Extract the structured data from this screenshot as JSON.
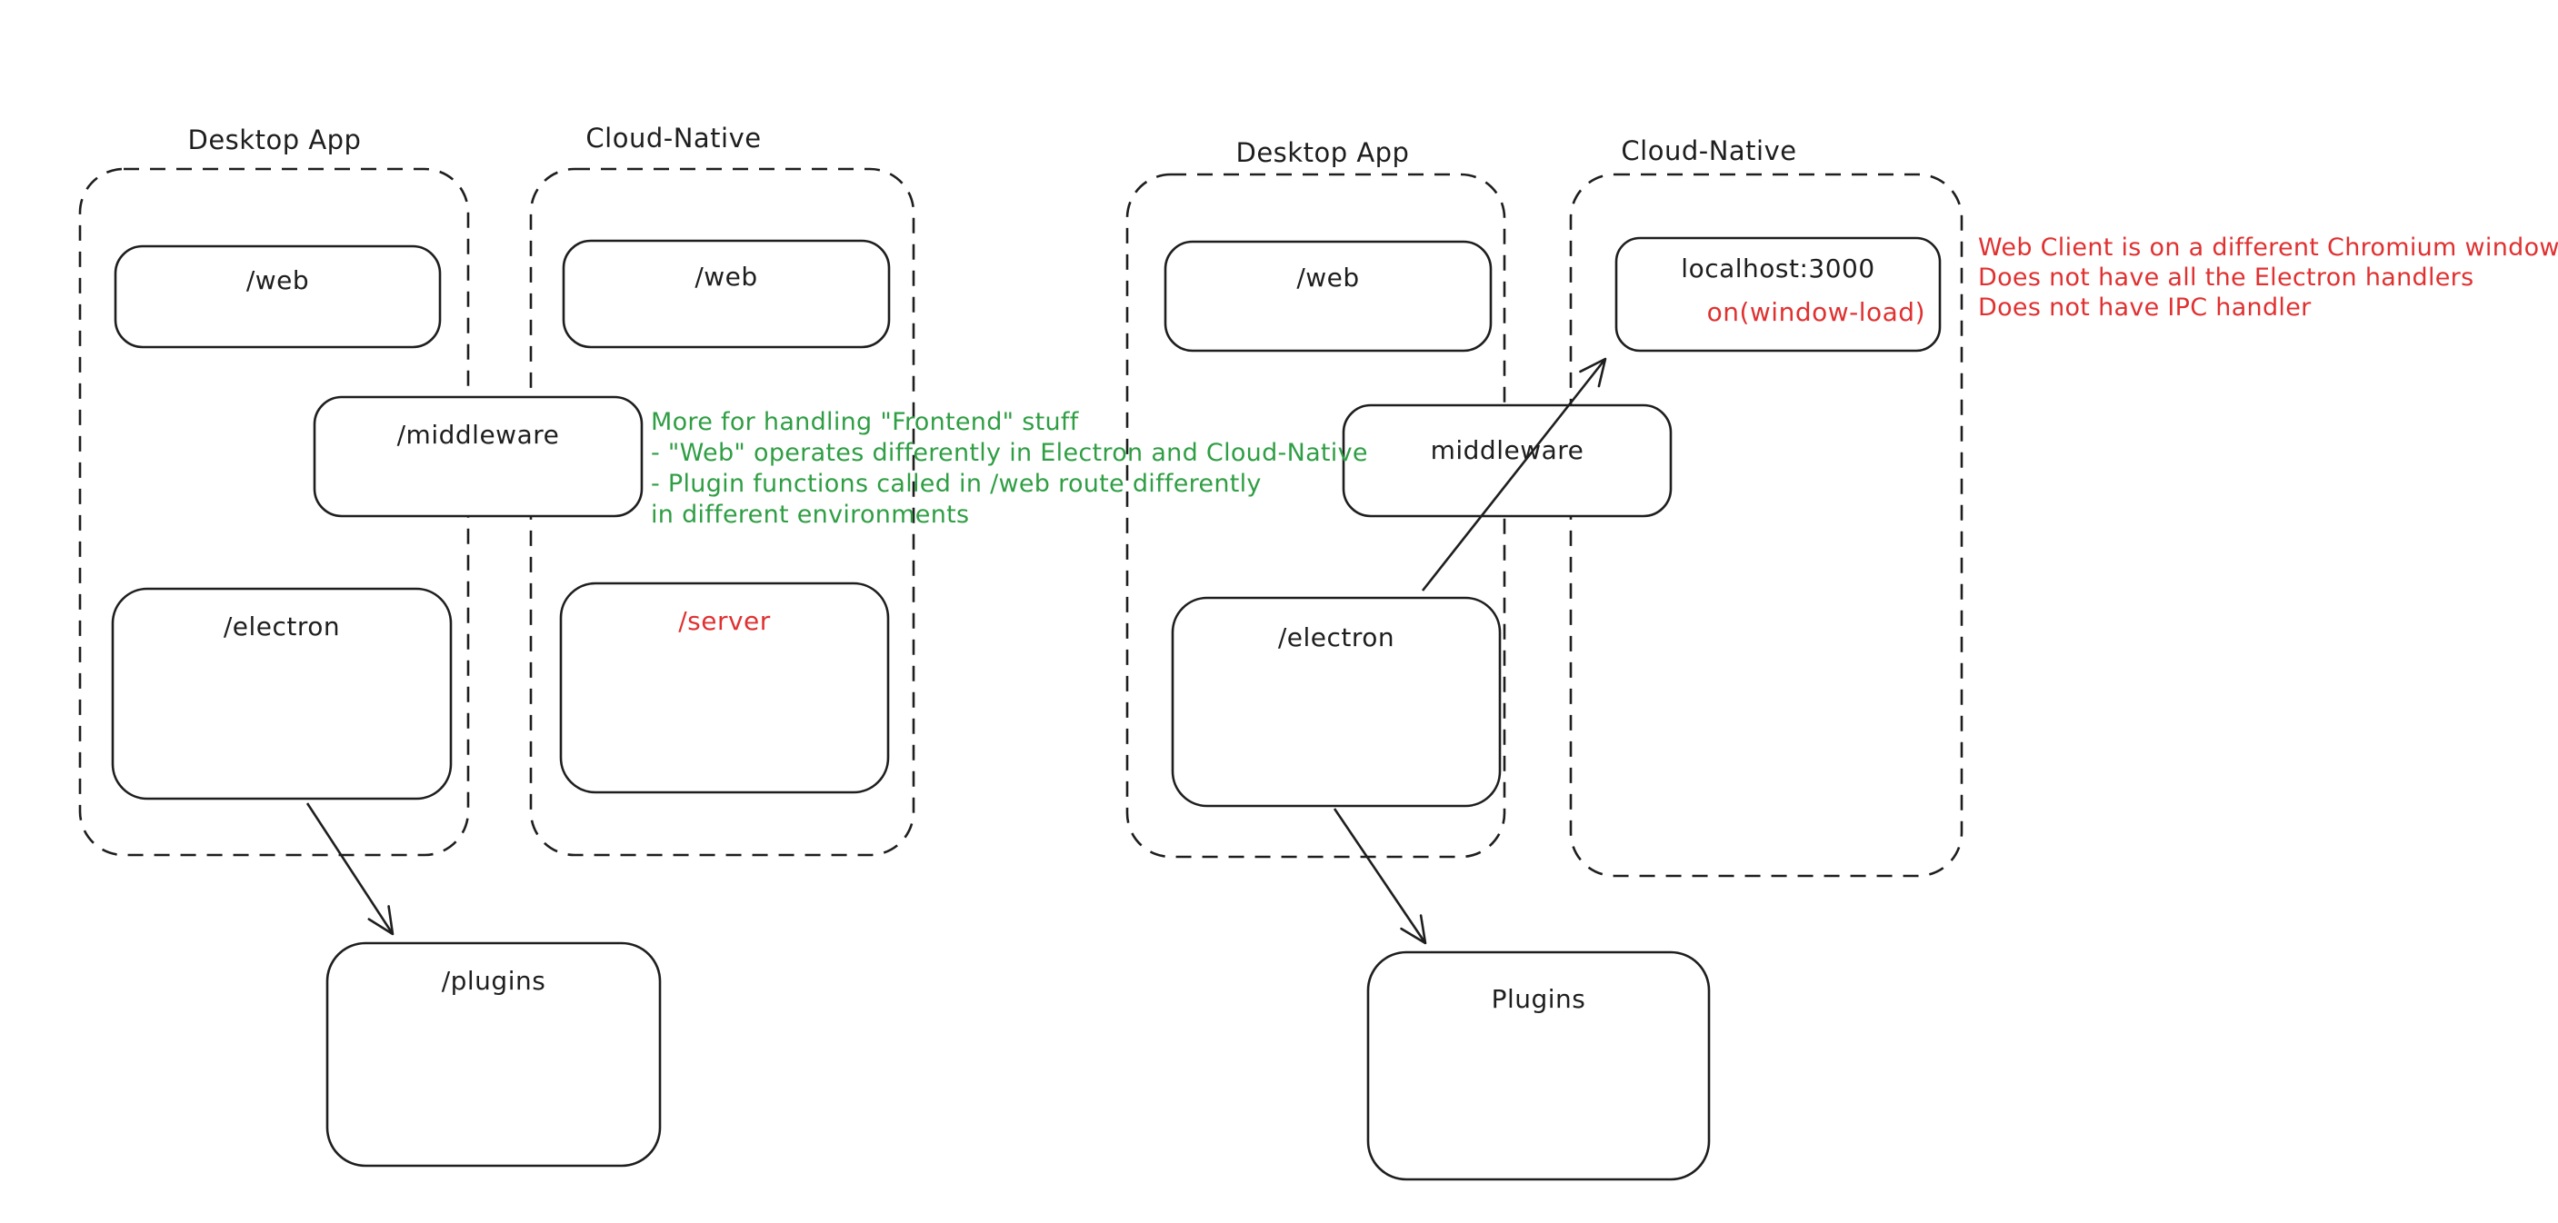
{
  "colors": {
    "stroke": "#1e1e1e",
    "red": "#e03131",
    "green": "#2f9e44",
    "background": "#ffffff"
  },
  "diagram_left": {
    "desktop_app_label": "Desktop App",
    "cloud_native_label": "Cloud-Native",
    "nodes": {
      "web_desktop": "/web",
      "web_cloud": "/web",
      "middleware": "/middleware",
      "electron": "/electron",
      "server": "/server",
      "plugins": "/plugins"
    },
    "note_green": {
      "line1": "More for handling \"Frontend\" stuff",
      "line2": "- \"Web\" operates differently in Electron and Cloud-Native",
      "line3": "- Plugin functions called in /web route differently",
      "line4": "in different environments"
    }
  },
  "diagram_right": {
    "desktop_app_label": "Desktop App",
    "cloud_native_label": "Cloud-Native",
    "nodes": {
      "web": "/web",
      "localhost": "localhost:3000",
      "localhost_sub": "on(window-load)",
      "middleware": "middleware",
      "electron": "/electron",
      "plugins": "Plugins"
    },
    "note_red": {
      "line1": "Web Client is on a different Chromium window",
      "line2": "Does not have all the Electron handlers",
      "line3": "Does not have IPC handler"
    }
  }
}
